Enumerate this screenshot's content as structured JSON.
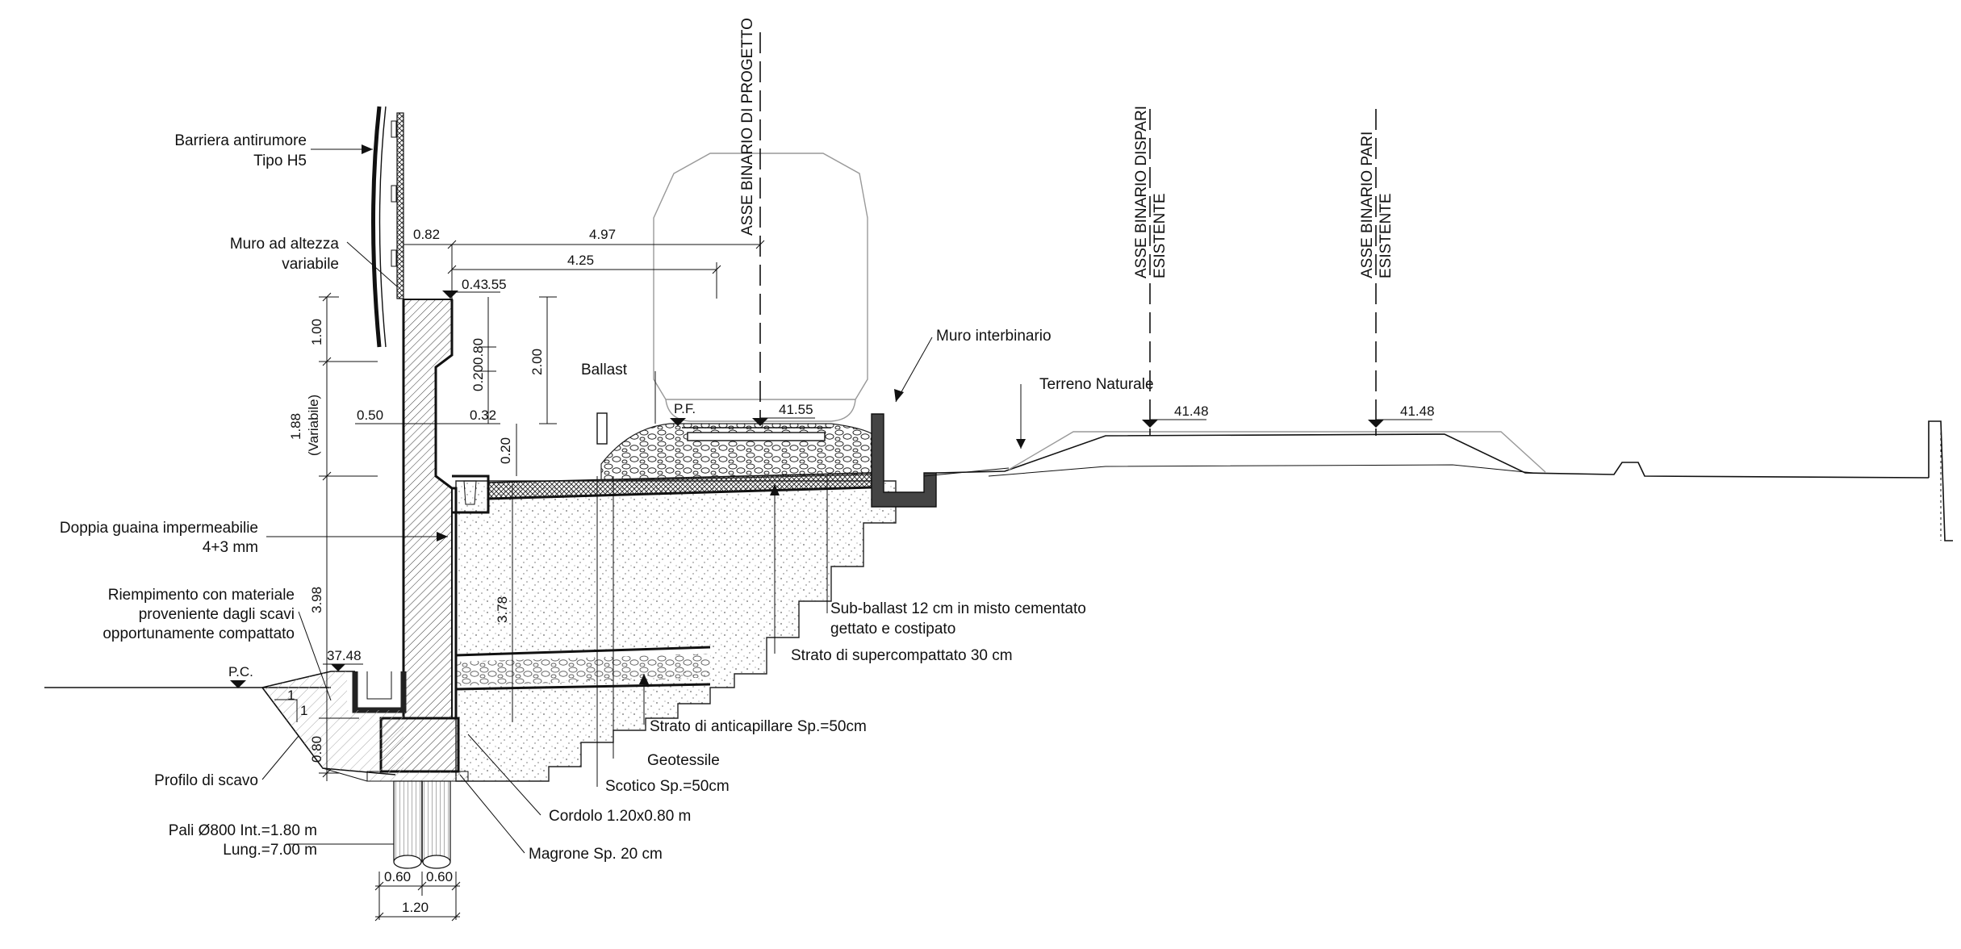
{
  "labels": {
    "barriera_1": "Barriera antirumore",
    "barriera_2": "Tipo H5",
    "muro_1": "Muro ad altezza",
    "muro_2": "variabile",
    "guaina_1": "Doppia guaina impermeabilie",
    "guaina_2": "4+3 mm",
    "riemp_1": "Riempimento con materiale",
    "riemp_2": "proveniente dagli scavi",
    "riemp_3": "opportunamente compattato",
    "profilo": "Profilo di scavo",
    "pali_1": "Pali Ø800 Int.=1.80 m",
    "pali_2": "Lung.=7.00 m",
    "ballast": "Ballast",
    "muro_interbinario": "Muro interbinario",
    "terreno": "Terreno Naturale",
    "subballast_1": "Sub-ballast 12 cm in misto cementato",
    "subballast_2": "gettato e costipato",
    "supercomp": "Strato di supercompattato 30 cm",
    "anticap": "Strato di anticapillare Sp.=50cm",
    "geotessile": "Geotessile",
    "scotico": "Scotico Sp.=50cm",
    "cordolo": "Cordolo 1.20x0.80 m",
    "magrone": "Magrone Sp. 20 cm",
    "asse_progetto": "ASSE BINARIO DI PROGETTO",
    "asse_dispari_1": "ASSE BINARIO DISPARI",
    "asse_dispari_2": "ESISTENTE",
    "asse_pari_1": "ASSE BINARIO PARI",
    "asse_pari_2": "ESISTENTE",
    "pc": "P.C.",
    "pf": "P.F."
  },
  "dims": {
    "d082": "0.82",
    "d497": "4.97",
    "d425": "4.25",
    "d043": "0.43",
    "d055": ".55",
    "d100": "1.00",
    "d080a": "0.80",
    "d020a": "0.20",
    "d200": "2.00",
    "d050": "0.50",
    "d032": "0.32",
    "d188": "1.88",
    "dvar": "(Variabile)",
    "d020b": "0.20",
    "d398": "3.98",
    "d378": "3.78",
    "d080b": "0.80",
    "d060a": "0.60",
    "d060b": "0.60",
    "d120": "1.20"
  },
  "elev": {
    "e4155": "41.55",
    "e4148a": "41.48",
    "e4148b": "41.48",
    "e3748": "37.48"
  },
  "slope": {
    "s1a": "1",
    "s1b": "1"
  }
}
